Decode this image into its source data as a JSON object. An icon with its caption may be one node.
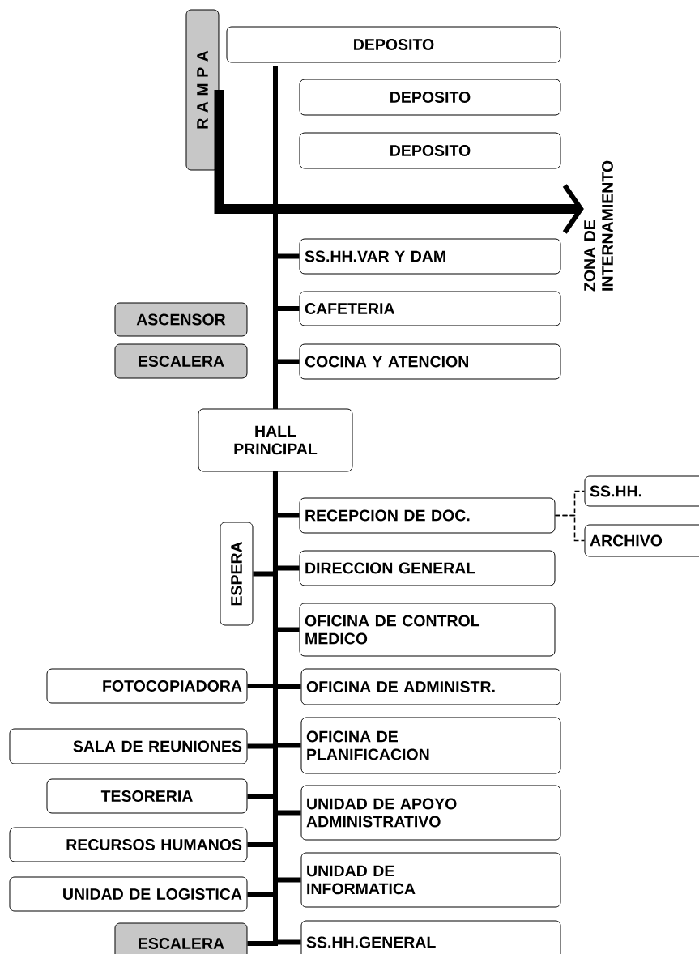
{
  "diagram": {
    "nodes": [
      {
        "text": [
          "R A M P A"
        ]
      },
      {
        "text": [
          "DEPOSITO"
        ]
      },
      {
        "text": [
          "DEPOSITO"
        ]
      },
      {
        "text": [
          "DEPOSITO"
        ]
      },
      {
        "text": [
          "ZONA DE INTERNAMIENTO"
        ]
      },
      {
        "text": [
          "SS.HH.VAR Y DAM"
        ]
      },
      {
        "text": [
          "ASCENSOR"
        ]
      },
      {
        "text": [
          "CAFETERIA"
        ]
      },
      {
        "text": [
          "ESCALERA"
        ]
      },
      {
        "text": [
          "COCINA Y ATENCION"
        ]
      },
      {
        "text": [
          "HALL PRINCIPAL"
        ]
      },
      {
        "text": [
          "SS.HH."
        ]
      },
      {
        "text": [
          "RECEPCION DE DOC."
        ]
      },
      {
        "text": [
          "ARCHIVO"
        ]
      },
      {
        "text": [
          "ESPERA"
        ]
      },
      {
        "text": [
          "DIRECCION GENERAL"
        ]
      },
      {
        "text": [
          "OFICINA DE CONTROL MEDICO"
        ]
      },
      {
        "text": [
          "FOTOCOPIADORA"
        ]
      },
      {
        "text": [
          "OFICINA DE ADMINISTR."
        ]
      },
      {
        "text": [
          "SALA DE REUNIONES"
        ]
      },
      {
        "text": [
          "OFICINA DE PLANIFICACION"
        ]
      },
      {
        "text": [
          "TESORERIA"
        ]
      },
      {
        "text": [
          "UNIDAD DE APOYO ADMINISTRATIVO"
        ]
      },
      {
        "text": [
          "RECURSOS HUMANOS"
        ]
      },
      {
        "text": [
          "UNIDAD DE INFORMATICA"
        ]
      },
      {
        "text": [
          "UNIDAD DE LOGISTICA"
        ]
      },
      {
        "text": [
          "ESCALERA"
        ]
      },
      {
        "text": [
          "SS.HH.GENERAL"
        ]
      }
    ],
    "edges": [
      {
        "from": 10,
        "to": 1,
        "arrow": "none"
      },
      {
        "from": 10,
        "to": 5,
        "arrow": "none"
      },
      {
        "from": 10,
        "to": 7,
        "arrow": "none"
      },
      {
        "from": 10,
        "to": 9,
        "arrow": "none"
      },
      {
        "from": 0,
        "to": 4,
        "arrow": "to",
        "style": "thick"
      },
      {
        "from": 10,
        "to": 12,
        "arrow": "none"
      },
      {
        "from": 10,
        "to": 14,
        "arrow": "none"
      },
      {
        "from": 10,
        "to": 15,
        "arrow": "none"
      },
      {
        "from": 10,
        "to": 16,
        "arrow": "none"
      },
      {
        "from": 10,
        "to": 17,
        "arrow": "none"
      },
      {
        "from": 10,
        "to": 18,
        "arrow": "none"
      },
      {
        "from": 10,
        "to": 19,
        "arrow": "none"
      },
      {
        "from": 10,
        "to": 20,
        "arrow": "none"
      },
      {
        "from": 10,
        "to": 21,
        "arrow": "none"
      },
      {
        "from": 10,
        "to": 22,
        "arrow": "none"
      },
      {
        "from": 10,
        "to": 23,
        "arrow": "none"
      },
      {
        "from": 10,
        "to": 24,
        "arrow": "none"
      },
      {
        "from": 10,
        "to": 25,
        "arrow": "none"
      },
      {
        "from": 10,
        "to": 26,
        "arrow": "none"
      },
      {
        "from": 10,
        "to": 27,
        "arrow": "none"
      },
      {
        "from": 12,
        "to": 11,
        "arrow": "none",
        "style": "dashed"
      },
      {
        "from": 12,
        "to": 13,
        "arrow": "none",
        "style": "dashed"
      }
    ]
  }
}
